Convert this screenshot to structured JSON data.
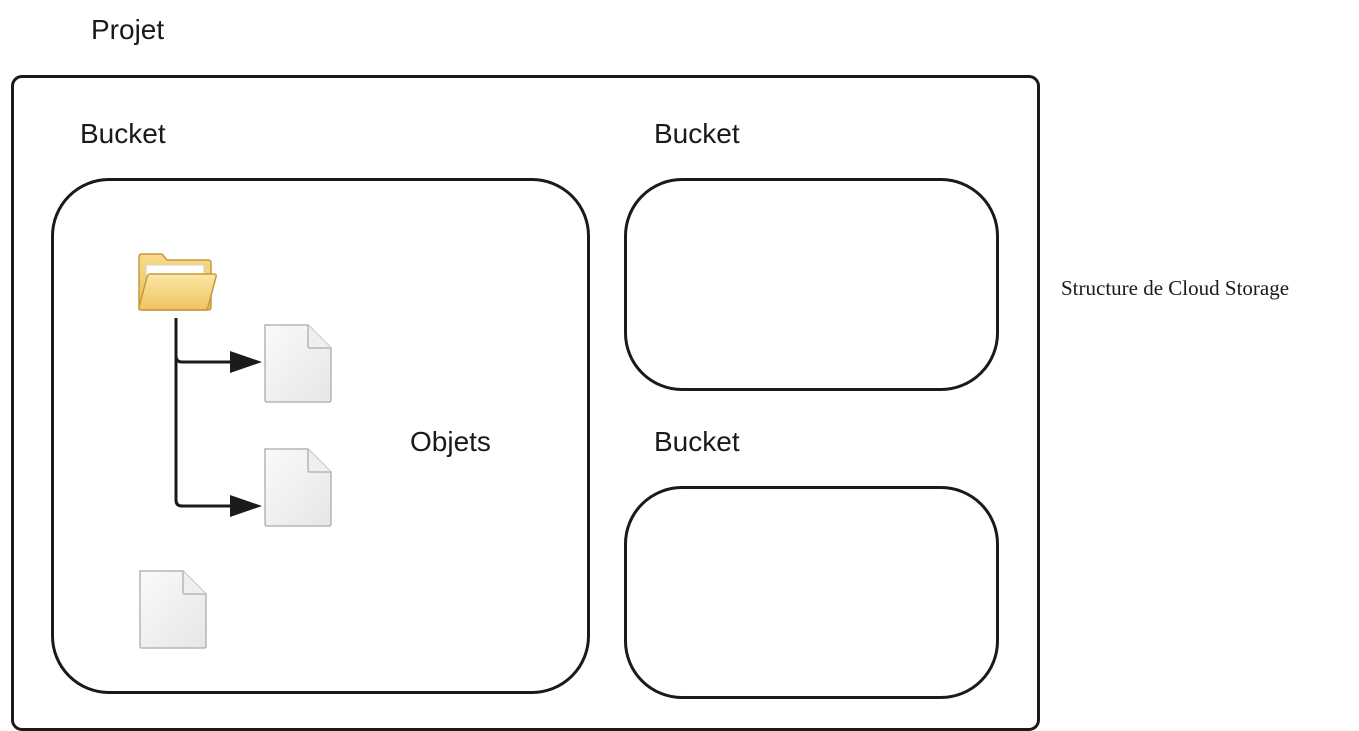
{
  "diagram": {
    "project_label": "Projet",
    "buckets": [
      {
        "label": "Bucket"
      },
      {
        "label": "Bucket"
      },
      {
        "label": "Bucket"
      }
    ],
    "objects_label": "Objets",
    "caption": "Structure de Cloud Storage"
  },
  "icons": {
    "folder": "folder-icon",
    "file": "file-icon"
  },
  "colors": {
    "stroke": "#1a1a1a",
    "folder_fill": "#f6d886",
    "folder_stroke": "#c9a24a",
    "file_fill": "#f4f4f4",
    "file_stroke": "#b9b9b9"
  }
}
